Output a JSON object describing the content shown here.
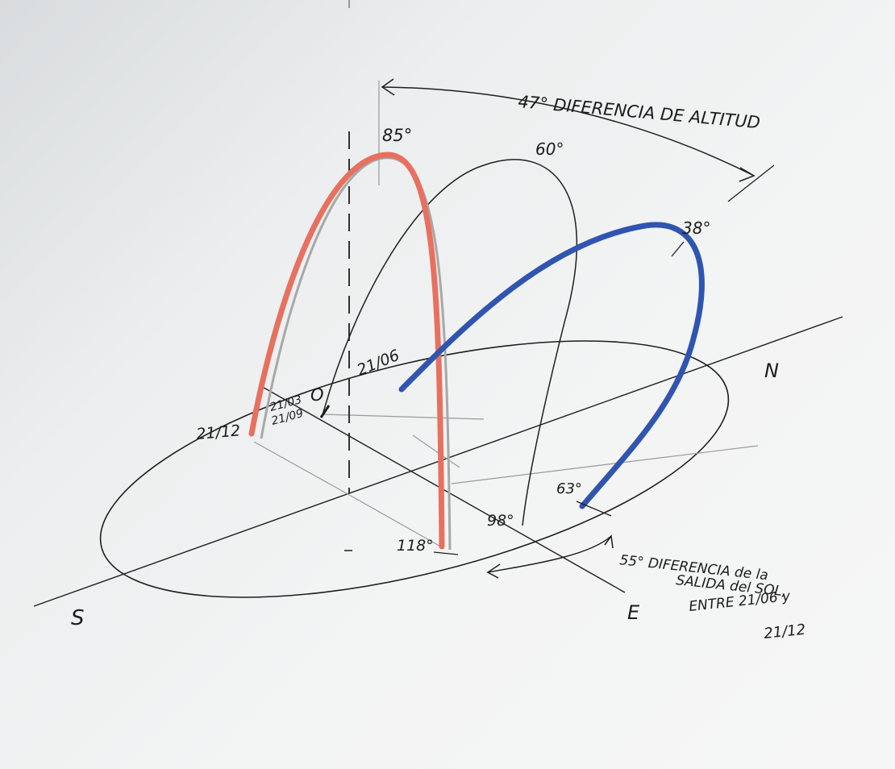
{
  "colors": {
    "winter_arc": "#e8705f",
    "summer_arc": "#2f55b0",
    "ink": "#1e1e1e",
    "pencil": "#9a9a9a"
  },
  "labels": {
    "altitude_difference": "47° DIFERENCIA DE ALTITUD",
    "peak_winter": "85°",
    "peak_equinox": "60°",
    "peak_summer": "38°",
    "date_summer": "21/06",
    "date_equinox_1": "21/03",
    "date_equinox_2": "21/09",
    "date_winter": "21/12",
    "origin": "O",
    "az_118": "118°",
    "az_98": "98°",
    "az_63": "63°",
    "south": "S",
    "north": "N",
    "east": "E",
    "sunrise_line1": "55° DIFERENCIA de la",
    "sunrise_line2": "SALIDA del SOL,",
    "sunrise_line3": "ENTRE 21/06 y",
    "sunrise_line4": "21/12"
  }
}
